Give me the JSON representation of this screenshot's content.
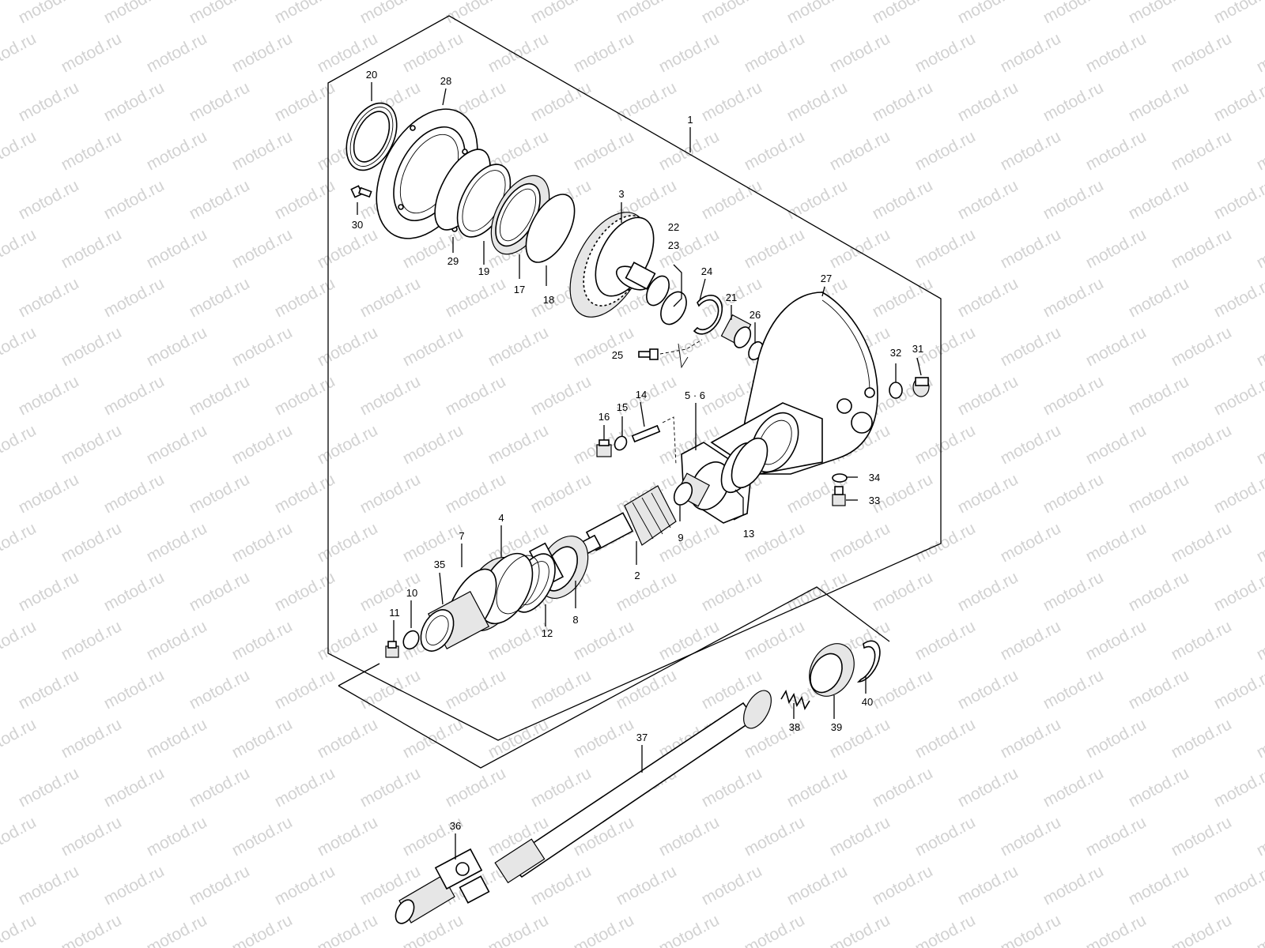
{
  "diagram": {
    "watermark_text": "motod.ru",
    "callouts": [
      {
        "id": "1",
        "label": "1"
      },
      {
        "id": "2",
        "label": "2"
      },
      {
        "id": "3",
        "label": "3"
      },
      {
        "id": "4",
        "label": "4"
      },
      {
        "id": "5-6",
        "label": "5 · 6"
      },
      {
        "id": "7",
        "label": "7"
      },
      {
        "id": "8",
        "label": "8"
      },
      {
        "id": "9",
        "label": "9"
      },
      {
        "id": "10",
        "label": "10"
      },
      {
        "id": "11",
        "label": "11"
      },
      {
        "id": "12",
        "label": "12"
      },
      {
        "id": "13",
        "label": "13"
      },
      {
        "id": "14",
        "label": "14"
      },
      {
        "id": "15",
        "label": "15"
      },
      {
        "id": "16",
        "label": "16"
      },
      {
        "id": "17",
        "label": "17"
      },
      {
        "id": "18",
        "label": "18"
      },
      {
        "id": "19",
        "label": "19"
      },
      {
        "id": "20",
        "label": "20"
      },
      {
        "id": "21",
        "label": "21"
      },
      {
        "id": "22",
        "label": "22"
      },
      {
        "id": "23",
        "label": "23"
      },
      {
        "id": "24",
        "label": "24"
      },
      {
        "id": "25",
        "label": "25"
      },
      {
        "id": "26",
        "label": "26"
      },
      {
        "id": "27",
        "label": "27"
      },
      {
        "id": "28",
        "label": "28"
      },
      {
        "id": "29",
        "label": "29"
      },
      {
        "id": "30",
        "label": "30"
      },
      {
        "id": "31",
        "label": "31"
      },
      {
        "id": "32",
        "label": "32"
      },
      {
        "id": "33",
        "label": "33"
      },
      {
        "id": "34",
        "label": "34"
      },
      {
        "id": "35",
        "label": "35"
      },
      {
        "id": "36",
        "label": "36"
      },
      {
        "id": "37",
        "label": "37"
      },
      {
        "id": "38",
        "label": "38"
      },
      {
        "id": "39",
        "label": "39"
      },
      {
        "id": "40",
        "label": "40"
      }
    ]
  }
}
